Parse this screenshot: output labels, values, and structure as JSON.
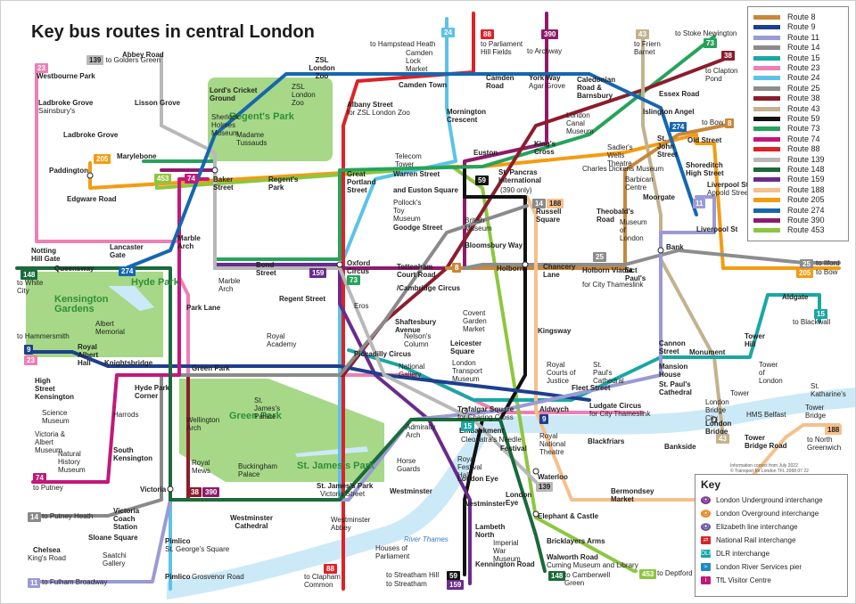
{
  "title": "Key bus routes in central London",
  "colors": {
    "route8": "#c8873a",
    "route9": "#1d3f8f",
    "route11": "#9a9ad6",
    "route14": "#8a8a8a",
    "route15": "#1aa7a4",
    "route23": "#ee7fb4",
    "route24": "#5bc3e8",
    "route25": "#8d8d8d",
    "route38": "#8b1d2c",
    "route43": "#c3b28c",
    "route59": "#111111",
    "route73": "#26a35b",
    "route74": "#c2187a",
    "route88": "#dd2228",
    "route139": "#b8b8b8",
    "route148": "#1a6a3a",
    "route159": "#6a2b8c",
    "route188": "#f6c08a",
    "route205": "#f39c12",
    "route274": "#1666b0",
    "route390": "#8e1b6a",
    "route453": "#8ec63f",
    "park": "#a6d887",
    "river": "#cce9f7"
  },
  "legend": [
    {
      "label": "Route 8",
      "color": "#c8873a"
    },
    {
      "label": "Route 9",
      "color": "#1d3f8f"
    },
    {
      "label": "Route 11",
      "color": "#9a9ad6"
    },
    {
      "label": "Route 14",
      "color": "#8a8a8a"
    },
    {
      "label": "Route 15",
      "color": "#1aa7a4"
    },
    {
      "label": "Route 23",
      "color": "#ee7fb4"
    },
    {
      "label": "Route 24",
      "color": "#5bc3e8"
    },
    {
      "label": "Route 25",
      "color": "#8d8d8d"
    },
    {
      "label": "Route 38",
      "color": "#8b1d2c"
    },
    {
      "label": "Route 43",
      "color": "#c3b28c"
    },
    {
      "label": "Route 59",
      "color": "#111111"
    },
    {
      "label": "Route 73",
      "color": "#26a35b"
    },
    {
      "label": "Route 74",
      "color": "#c2187a"
    },
    {
      "label": "Route 88",
      "color": "#dd2228"
    },
    {
      "label": "Route 139",
      "color": "#b8b8b8"
    },
    {
      "label": "Route 148",
      "color": "#1a6a3a"
    },
    {
      "label": "Route 159",
      "color": "#6a2b8c"
    },
    {
      "label": "Route 188",
      "color": "#f6c08a"
    },
    {
      "label": "Route 205",
      "color": "#f39c12"
    },
    {
      "label": "Route 274",
      "color": "#1666b0"
    },
    {
      "label": "Route 390",
      "color": "#8e1b6a"
    },
    {
      "label": "Route 453",
      "color": "#8ec63f"
    }
  ],
  "key": {
    "title": "Key",
    "items": [
      {
        "icon": "underground-roundel",
        "label": "London Underground interchange",
        "color": "#7a2f8f"
      },
      {
        "icon": "overground-roundel",
        "label": "London Overground interchange",
        "color": "#e8841c"
      },
      {
        "icon": "elizabeth-roundel",
        "label": "Elizabeth line interchange",
        "color": "#6950a1"
      },
      {
        "icon": "national-rail-symbol",
        "label": "National Rail interchange",
        "color": "#d6262a"
      },
      {
        "icon": "dlr-symbol",
        "label": "DLR interchange",
        "color": "#16a2a6"
      },
      {
        "icon": "river-services-symbol",
        "label": "London River Services pier",
        "color": "#1e88c9"
      },
      {
        "icon": "visitor-centre-symbol",
        "label": "TfL Visitor Centre",
        "color": "#c2187a"
      }
    ]
  },
  "info_note": [
    "Information correct from July 2022",
    "© Transport for London    TFL 2068 07 22"
  ],
  "parks": {
    "regents": "Regent's Park",
    "hyde": "Hyde Park",
    "kensington": "Kensington Gardens",
    "green": "Green Park",
    "stjames": "St. James's Park"
  },
  "river": "River Thames",
  "stops": {
    "westbourne_park": "Westbourne Park",
    "ladbroke_grove_sainsburys": "Ladbroke Grove",
    "sainsburys": "Sainsbury's",
    "ladbroke_grove": "Ladbroke Grove",
    "paddington": "Paddington",
    "edgware_road": "Edgware Road",
    "notting_hill_gate": "Notting Hill Gate",
    "lancaster_gate": "Lancaster Gate",
    "queensway": "Queensway",
    "marble_arch": "Marble Arch",
    "park_lane": "Park Lane",
    "abbey_road": "Abbey Road",
    "lisson_grove": "Lisson Grove",
    "marylebone": "Marylebone",
    "baker_street": "Baker Street",
    "regents_park_stop": "Regent's Park",
    "zsl_london_zoo": "ZSL London Zoo",
    "albany_street": "Albany Street",
    "albany_street_sub": "for ZSL London Zoo",
    "camden_town": "Camden Town",
    "camden_road": "Camden Road",
    "york_way": "York Way",
    "agar_grove": "Agar Grove",
    "caledonian_road": "Caledonian Road & Barnsbury",
    "mornington_crescent": "Mornington Crescent",
    "great_portland_street": "Great Portland Street",
    "warren_street": "Warren Street",
    "euston_square": "and Euston Square",
    "goodge_street": "Goodge Street",
    "euston": "Euston",
    "kings_cross": "King's Cross",
    "st_pancras": "St. Pancras International",
    "st_pancras_sub": "(390 only)",
    "russell_square": "Russell Square",
    "bloomsbury_way": "Bloomsbury Way",
    "holborn": "Holborn",
    "chancery_lane": "Chancery Lane",
    "theobalds_road": "Theobald's Road",
    "holborn_viaduct": "Holborn Viaduct",
    "holborn_viaduct_sub": "for City Thameslink",
    "st_pauls": "St. Paul's",
    "moorgate": "Moorgate",
    "islington_angel": "Islington Angel",
    "essex_road": "Essex Road",
    "st_john_street": "St. John Street",
    "old_street": "Old Street",
    "shoreditch": "Shoreditch High Street",
    "liverpool_st_appold": "Liverpool St",
    "appold_street": "Appold Street",
    "liverpool_st": "Liverpool St",
    "bank": "Bank",
    "oxford_circus": "Oxford Circus",
    "bond_street": "Bond Street",
    "regent_street": "Regent Street",
    "tottenham_court_road": "Tottenham Court Road",
    "cambridge_circus": "/Cambridge Circus",
    "shaftesbury_avenue": "Shaftesbury Avenue",
    "piccadilly_circus": "Piccadilly Circus",
    "leicester_square": "Leicester Square",
    "kingsway": "Kingsway",
    "green_park": "Green Park",
    "knightsbridge": "Knightsbridge",
    "hyde_park_corner": "Hyde Park Corner",
    "high_street_kensington": "High Street Kensington",
    "royal_albert_hall": "Royal Albert Hall",
    "south_kensington": "South Kensington",
    "victoria": "Victoria",
    "victoria_coach": "Victoria Coach Station",
    "sloane_square": "Sloane Square",
    "chelsea": "Chelsea",
    "kings_road": "King's Road",
    "pimlico_st_georges": "Pimlico",
    "st_georges_square": "St. George's Square",
    "pimlico_grosvenor": "Pimlico",
    "grosvenor_road": "Grosvenor Road",
    "westminster_cathedral": "Westminster Cathedral",
    "st_james_park_stop": "St. James's Park",
    "victoria_street": "Victoria Street",
    "westminster": "Westminster",
    "trafalgar_square": "Trafalgar Square",
    "charing_cross": "for Charing Cross",
    "aldwych": "Aldwych",
    "fleet_street": "Fleet Street",
    "ludgate_circus": "Ludgate Circus",
    "ludgate_sub": "for City Thameslink",
    "mansion_house": "Mansion House",
    "st_pauls_cathedral": "St. Paul's Cathedral",
    "cannon_street": "Cannon Street",
    "monument": "Monument",
    "tower_hill": "Tower Hill",
    "aldgate": "Aldgate",
    "london_bridge": "London Bridge",
    "tower_bridge_road": "Tower Bridge Road",
    "waterloo": "Waterloo",
    "london_eye": "London Eye",
    "lambeth_north": "Lambeth North",
    "kennington_road": "Kennington Road",
    "elephant_castle": "Elephant & Castle",
    "bricklayers_arms": "Bricklayers Arms",
    "walworth_road": "Walworth Road",
    "walworth_sub": "Cuming Museum and Library",
    "bermondsey_market": "Bermondsey Market"
  },
  "attractions": {
    "lords": "Lord's Cricket Ground",
    "zsl_zoo": "ZSL London Zoo",
    "sherlock": "Sherlock Holmes Museum",
    "tussauds": "Madame Tussauds",
    "telecom_tower": "Telecom Tower",
    "pollocks": "Pollock's Toy Museum",
    "british_museum": "British Museum",
    "canal_museum": "London Canal Museum",
    "camden_market": "Camden Lock Market",
    "sadlers": "Sadler's Wells Theatre",
    "dickens": "Charles Dickens Museum",
    "barbican": "Barbican Centre",
    "museum_london": "Museum of London",
    "marble_arch_att": "Marble Arch",
    "albert_memorial": "Albert Memorial",
    "royal_academy": "Royal Academy",
    "eros": "Eros",
    "nelsons_column": "Nelson's Column",
    "national_gallery": "National Gallery",
    "covent_garden": "Covent Garden Market",
    "transport_museum": "London Transport Museum",
    "courts": "Royal Courts of Justice",
    "st_pauls_att": "St. Paul's Cathedral",
    "tower_of_london": "Tower of London",
    "st_katharines": "St. Katharine's",
    "tower": "Tower",
    "tower_bridge": "Tower Bridge",
    "hms_belfast": "HMS Belfast",
    "london_bridge_city": "London Bridge City",
    "harrods": "Harrods",
    "science_museum": "Science Museum",
    "va_museum": "Victoria & Albert Museum",
    "nhm": "Natural History Museum",
    "wellington_arch": "Wellington Arch",
    "st_james_palace": "St. James's Palace",
    "buckingham": "Buckingham Palace",
    "royal_mews": "Royal Mews",
    "admiralty_arch": "Admiralty Arch",
    "horse_guards": "Horse Guards",
    "westminster_abbey": "Westminster Abbey",
    "houses_parliament": "Houses of Parliament",
    "embankment": "Embankment",
    "cleopatras_needle": "Cleopatra's Needle",
    "royal_festival_hall": "Royal Festival Hall",
    "festival": "Festival",
    "royal_national_theatre": "Royal National Theatre",
    "blackfriars": "Blackfriars",
    "bankside": "Bankside",
    "london_eye_pier": "London Eye",
    "westminster_pier": "Westminster",
    "imperial_war_museum": "Imperial War Museum",
    "saatchi": "Saatchi Gallery"
  },
  "termini": [
    {
      "id": "golders_green",
      "route": "139",
      "text": "to Golders Green",
      "color": "#b8b8b8"
    },
    {
      "id": "hampstead_heath",
      "route": "24",
      "text": "to Hampstead Heath",
      "color": "#5bc3e8"
    },
    {
      "id": "parliament_hill",
      "route": "88",
      "text": "to Parliament Hill Fields",
      "color": "#dd2228"
    },
    {
      "id": "archway",
      "route": "390",
      "text": "to Archway",
      "color": "#8e1b6a"
    },
    {
      "id": "friern_barnet",
      "route": "43",
      "text": "to Friern Barnet",
      "color": "#c3b28c"
    },
    {
      "id": "stoke_newington",
      "route": "73",
      "text": "to Stoke Newington",
      "color": "#26a35b"
    },
    {
      "id": "clapton_pond",
      "route": "38",
      "text": "to Clapton Pond",
      "color": "#8b1d2c"
    },
    {
      "id": "bow_8",
      "route": "8",
      "text": "to Bow",
      "color": "#c8873a"
    },
    {
      "id": "ilford",
      "route": "25",
      "text": "to Ilford",
      "color": "#8d8d8d"
    },
    {
      "id": "bow_205",
      "route": "205",
      "text": "to Bow",
      "color": "#f39c12"
    },
    {
      "id": "blackwall",
      "route": "15",
      "text": "to Blackwall",
      "color": "#1aa7a4"
    },
    {
      "id": "north_greenwich",
      "route": "188",
      "text": "to North Greenwich",
      "color": "#f6c08a"
    },
    {
      "id": "deptford",
      "route": "453",
      "text": "to Deptford",
      "color": "#8ec63f"
    },
    {
      "id": "camberwell",
      "route": "148",
      "text": "to Camberwell Green",
      "color": "#1a6a3a"
    },
    {
      "id": "streatham_hill",
      "route": "59",
      "text": "to Streatham Hill",
      "color": "#111111"
    },
    {
      "id": "streatham",
      "route": "159",
      "text": "to Streatham",
      "color": "#6a2b8c"
    },
    {
      "id": "clapham_common",
      "route": "88",
      "text": "to Clapham Common",
      "color": "#dd2228"
    },
    {
      "id": "fulham_broadway",
      "route": "11",
      "text": "to Fulham Broadway",
      "color": "#9a9ad6"
    },
    {
      "id": "putney_heath",
      "route": "14",
      "text": "to Putney Heath",
      "color": "#8a8a8a"
    },
    {
      "id": "putney",
      "route": "74",
      "text": "to Putney",
      "color": "#c2187a"
    },
    {
      "id": "hammersmith",
      "route": "9",
      "text": "to Hammersmith",
      "color": "#1d3f8f"
    },
    {
      "id": "white_city",
      "route": "148",
      "text": "to White City",
      "color": "#1a6a3a"
    }
  ],
  "route_badges": {
    "r23": "23",
    "r205": "205",
    "r453": "453",
    "r74a": "74",
    "r159": "159",
    "r73": "73",
    "r274a": "274",
    "r148": "148",
    "r274b": "274",
    "r14": "14",
    "r188": "188",
    "r59": "59",
    "r8a": "8",
    "r9": "9",
    "r23b": "23",
    "r15": "15",
    "r9b": "9",
    "r38": "38",
    "r390": "390",
    "r139": "139",
    "r74b": "74",
    "r11": "11",
    "r25": "25",
    "r43": "43",
    "r8b": "8"
  }
}
